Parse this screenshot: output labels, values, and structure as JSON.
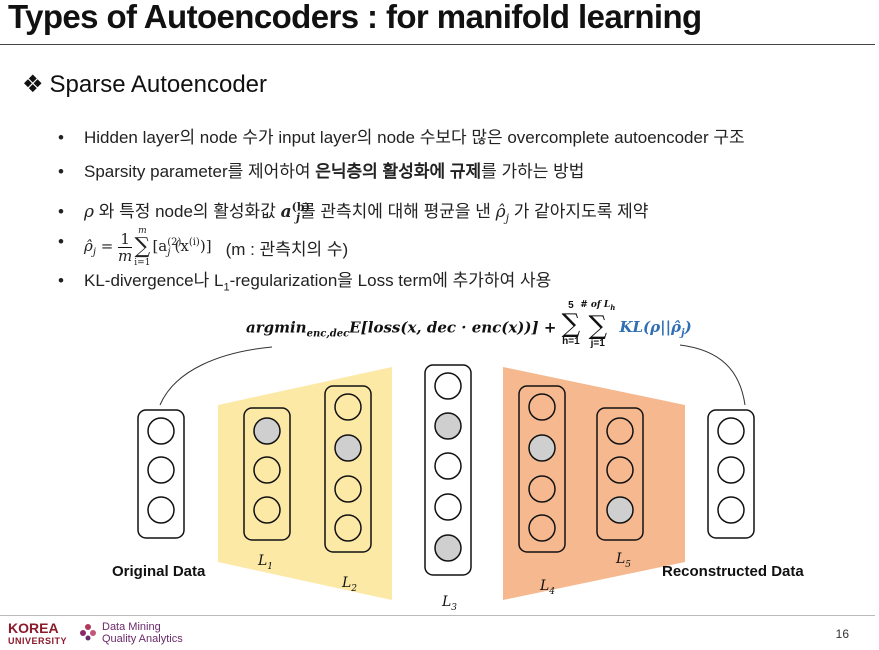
{
  "slide": {
    "title": "Types of Autoencoders : for manifold learning",
    "section": "Sparse Autoencoder",
    "section_marker": "❖",
    "page_number": "16"
  },
  "bullets": [
    {
      "text": "Hidden layer의 node 수가 input layer의 node 수보다 많은 overcomplete autoencoder 구조"
    },
    {
      "pre": "Sparsity parameter를 제어하여 ",
      "bold": "은닉층의 활성화에 규제",
      "post": "를 가하는 방법"
    },
    {
      "rho": "ρ",
      "a": " 와 특정 node의 활성화값 ",
      "act": "a",
      "act_sup": "(h)",
      "act_sub": "j",
      "b": "를 관측치에 대해 평균을 낸 ",
      "rhohat": "ρ̂",
      "rhohat_sub": "j",
      "c": " 가 같아지도록 제약"
    },
    {
      "formula_lhs": "ρ̂",
      "formula_lhs_sub": "j",
      "formula_eq": " = ",
      "frac_num": "1",
      "frac_den": "m",
      "sum_top": "m",
      "sum_bottom": "i=1",
      "formula_body": "[a",
      "body_sup": "(2)",
      "body_sub": "j",
      "body_rest": "(x",
      "x_sup": "(i)",
      "body_end": ")]",
      "note": "(m : 관측치의 수)"
    },
    {
      "pre": "KL-divergence나 L",
      "sub": "1",
      "post": "-regularization을 Loss term에 추가하여 사용"
    }
  ],
  "equation": {
    "argmin": "argmin",
    "argmin_sub": "enc,dec",
    "expectation": "E[loss(x, dec · enc(x))] + ",
    "sum1_top": "5",
    "sum1_bottom": "h=1",
    "sum2_top": "# of L",
    "sum2_top_sub": "h",
    "sum2_bottom": "j=1",
    "kl": "KL(ρ||ρ̂",
    "kl_sub": "j",
    "kl_end": ")"
  },
  "diagram": {
    "input_label": "Original Data",
    "output_label": "Reconstructed Data",
    "layers": [
      {
        "name": "L",
        "sub": "1"
      },
      {
        "name": "L",
        "sub": "2"
      },
      {
        "name": "L",
        "sub": "3"
      },
      {
        "name": "L",
        "sub": "4"
      },
      {
        "name": "L",
        "sub": "5"
      }
    ],
    "colors": {
      "encoder_fill": "#fde9a6",
      "decoder_fill": "#f6b98f",
      "active_node": "#cfcfcf"
    }
  },
  "footer": {
    "university": "KOREA",
    "university_sub": "UNIVERSITY",
    "lab_line1": "Data Mining",
    "lab_line2": "Quality Analytics"
  }
}
